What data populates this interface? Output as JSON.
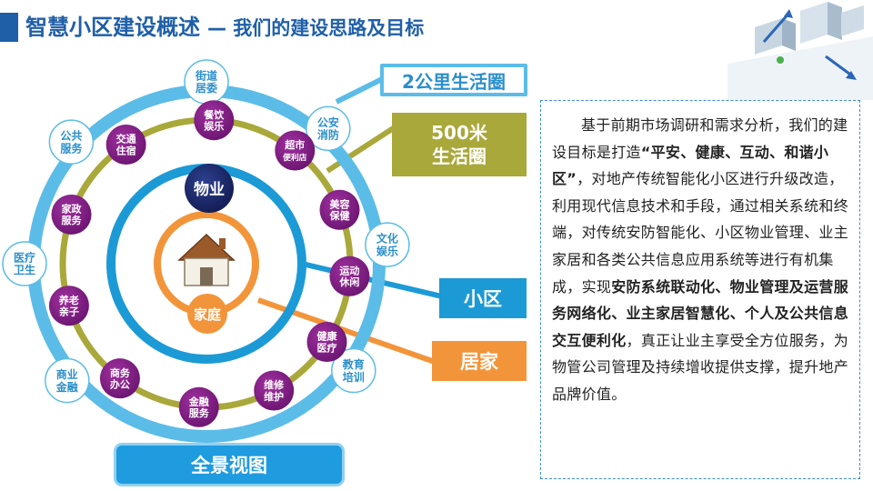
{
  "title": {
    "main": "智慧小区建设概述",
    "sub": "— 我们的建设思路及目标"
  },
  "labels": {
    "two_km": "2公里生活圈",
    "five_hundred_m": [
      "500米",
      "生活圈"
    ],
    "xiaoqu": "小区",
    "jujia": "居家",
    "quanjing": "全景视图"
  },
  "center": {
    "wuye": "物业",
    "jiating": "家庭"
  },
  "outer_ring": [
    [
      "街道",
      "居委"
    ],
    [
      "公安",
      "消防"
    ],
    [
      "文化",
      "娱乐"
    ],
    [
      "教育",
      "培训"
    ],
    [
      "商业",
      "金融"
    ],
    [
      "医疗",
      "卫生"
    ],
    [
      "公共",
      "服务"
    ]
  ],
  "middle_ring": [
    [
      "餐饮",
      "娱乐"
    ],
    [
      "超市",
      "便利店"
    ],
    [
      "美容",
      "保健"
    ],
    [
      "运动",
      "休闲"
    ],
    [
      "健康",
      "医疗"
    ],
    [
      "维修",
      "维护"
    ],
    [
      "金融",
      "服务"
    ],
    [
      "商务",
      "办公"
    ],
    [
      "养老",
      "亲子"
    ],
    [
      "家政",
      "服务"
    ],
    [
      "交通",
      "住宿"
    ]
  ],
  "info": {
    "segments": [
      {
        "text": "基于前期市场调研和需求分析，我们的建设目标是打造",
        "bold": false
      },
      {
        "text": "“平安、健康、互动、和谐小区”",
        "bold": true
      },
      {
        "text": "，对地产传统智能化小区进行升级改造，利用现代信息技术和手段，通过相关系统和终端，对传统安防智能化、小区物业管理、业主家居和各类公共信息应用系统等进行有机集成，实现",
        "bold": false
      },
      {
        "text": "安防系统联动化、物业管理及运营服务网络化、业主家居智慧化、个人及公共信息交互便利化",
        "bold": true
      },
      {
        "text": "，真正让业主享受全方位服务，为物管公司管理及持续增收提供支撑，提升地产品牌价值。",
        "bold": false
      }
    ]
  },
  "colors": {
    "title_blue": "#1f5fa8",
    "outer_ring": "#5bbce8",
    "middle_ring": "#a9a83a",
    "inner_ring": "#1c9ad6",
    "core_ring": "#f2953a",
    "purple_node": "#7b1a7e",
    "navy_node": "#1b2a6b"
  }
}
